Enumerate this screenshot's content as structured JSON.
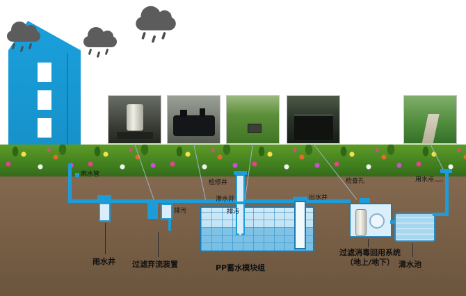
{
  "labels": {
    "rain_pipe": "雨水管",
    "rain_well": "雨水井",
    "filter_device": "过滤弃流装置",
    "drain_left": "排污",
    "inspection_well": "检修井",
    "seepage_well": "渗水井",
    "drain_mid": "排污",
    "pp_module": "PP蓄水模块组",
    "outlet_well": "出水井",
    "inspection_hole": "检查孔",
    "reuse_system": "过滤消毒回用系统",
    "reuse_system_location": "（地上/地下）",
    "clean_pool": "清水池",
    "use_point": "用水点"
  },
  "colors": {
    "building": "#1a9ad6",
    "cloud": "#5c5c5c",
    "pipe": "#1e9cd7",
    "tank_border": "#1a7ab5",
    "tank_fill": "#cfe9f7",
    "grass": "#3e7c1d",
    "ground": "#7a6148",
    "label_text": "#101010"
  },
  "icons": {
    "clouds": [
      "rain-cloud",
      "rain-cloud",
      "rain-cloud"
    ],
    "photos": [
      "photo-well-equipment",
      "photo-filter-tank",
      "photo-lawn-field",
      "photo-buried-module",
      "photo-garden"
    ]
  }
}
